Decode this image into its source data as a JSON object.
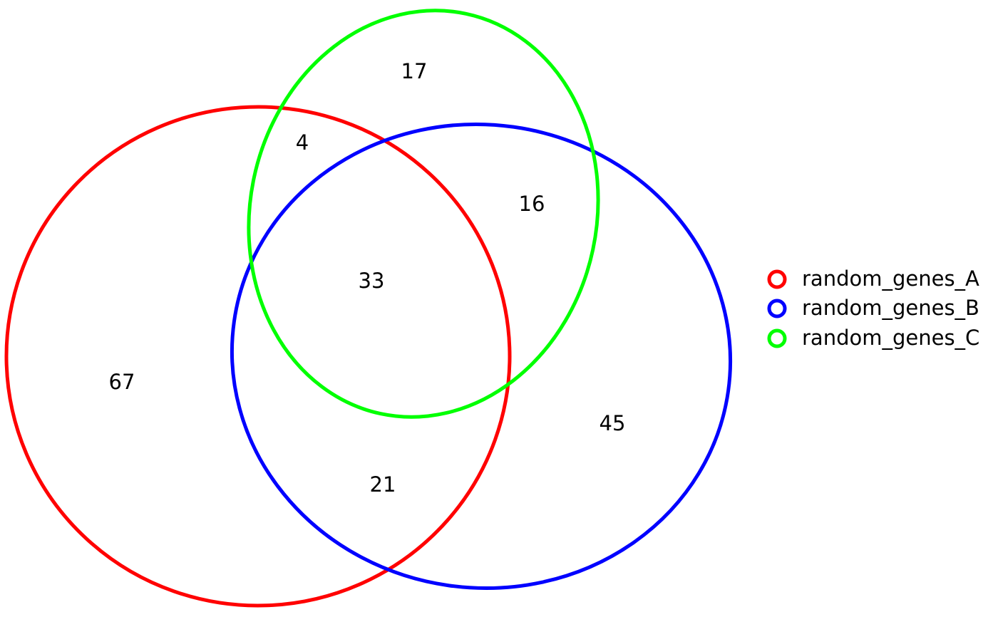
{
  "chart_data": {
    "type": "venn",
    "sets": [
      {
        "name": "random_genes_A",
        "color": "#ff0000"
      },
      {
        "name": "random_genes_B",
        "color": "#0000ff"
      },
      {
        "name": "random_genes_C",
        "color": "#00ff00"
      }
    ],
    "regions": {
      "A_only": "67",
      "B_only": "45",
      "C_only": "17",
      "A_C": "4",
      "B_C": "16",
      "A_B": "21",
      "A_B_C": "33"
    },
    "legend_placement": "right"
  }
}
